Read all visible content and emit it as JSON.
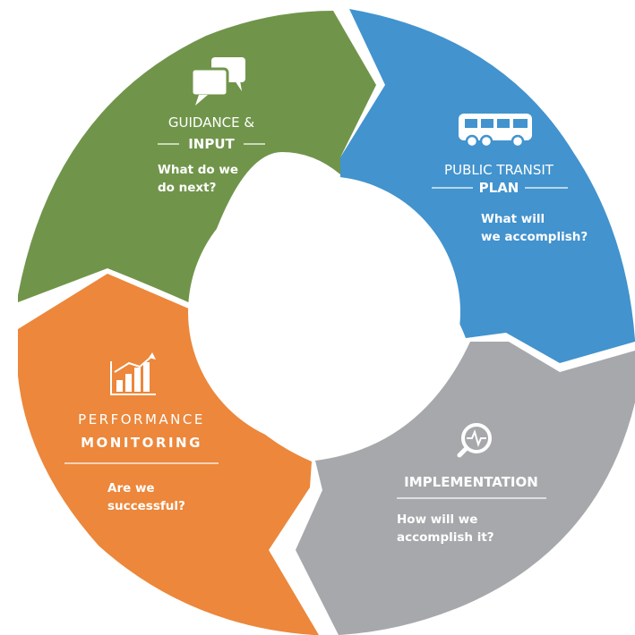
{
  "segments": [
    {
      "key": "guidance",
      "color": "#70954a",
      "icon": "chat-bubbles-icon",
      "title_line1": "GUIDANCE &",
      "title_line2": "INPUT",
      "question_line1": "What do we",
      "question_line2": "do next?"
    },
    {
      "key": "plan",
      "color": "#4293ce",
      "icon": "bus-icon",
      "title_line1": "PUBLIC TRANSIT",
      "title_line2": "PLAN",
      "question_line1": "What will",
      "question_line2": "we accomplish?"
    },
    {
      "key": "implementation",
      "color": "#a6a8ab",
      "icon": "magnifier-pulse-icon",
      "title_line1": "IMPLEMENTATION",
      "question_line1": "How will we",
      "question_line2": "accomplish it?"
    },
    {
      "key": "performance",
      "color": "#ec873b",
      "icon": "bar-chart-growth-icon",
      "title_line1": "PERFORMANCE",
      "title_line2": "MONITORING",
      "question_line1": "Are we",
      "question_line2": "successful?"
    }
  ]
}
